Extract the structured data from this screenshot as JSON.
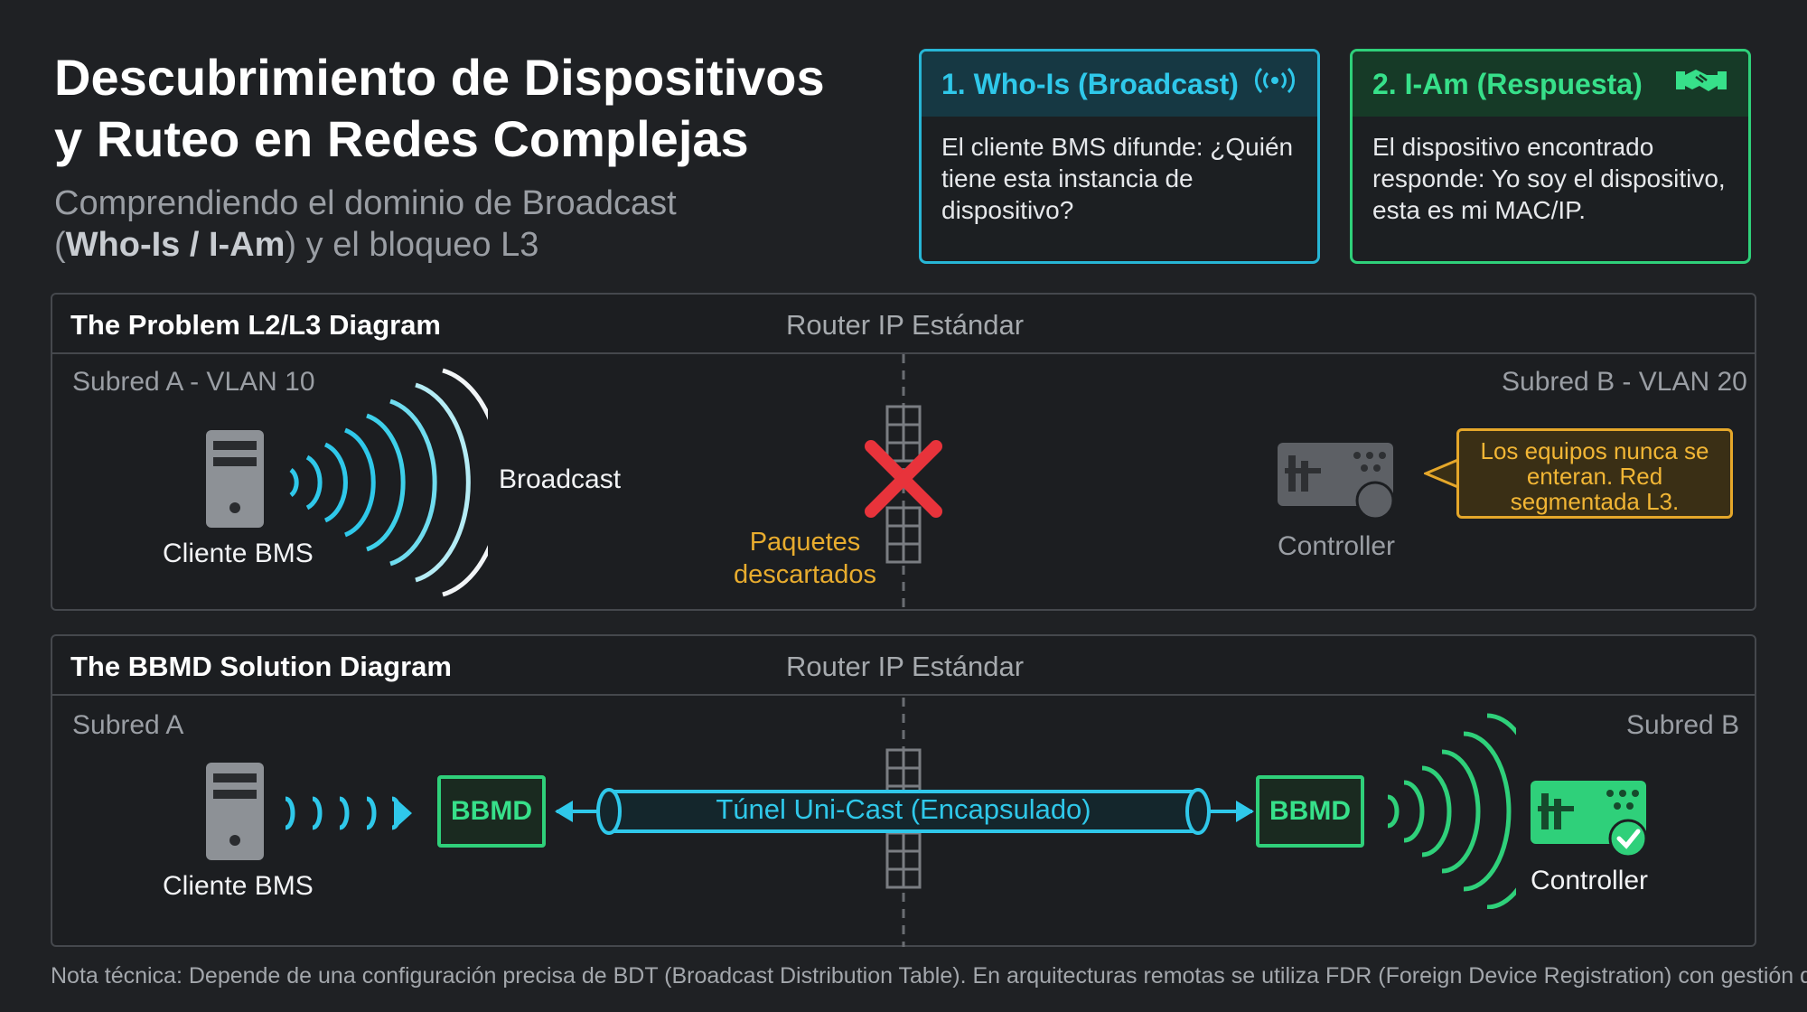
{
  "header": {
    "title_line1": "Descubrimiento de Dispositivos",
    "title_line2": "y Ruteo en Redes Complejas",
    "subtitle_line1": "Comprendiendo el dominio de Broadcast",
    "subtitle_open": "(",
    "subtitle_bold": "Who-Is / I-Am",
    "subtitle_rest": ") y el bloqueo L3"
  },
  "cards": [
    {
      "title": "1. Who-Is (Broadcast)",
      "body": "El cliente BMS difunde: ¿Quién tiene esta instancia de dispositivo?",
      "icon": "broadcast-icon",
      "color": "#2fc8ea"
    },
    {
      "title": "2. I-Am (Respuesta)",
      "body": "El dispositivo encontrado responde: Yo soy el dispositivo, esta es mi MAC/IP.",
      "icon": "handshake-icon",
      "color": "#37e08a"
    }
  ],
  "problem": {
    "title": "The Problem L2/L3 Diagram",
    "router": "Router IP Estándar",
    "subnet_a": "Subred A - VLAN 10",
    "subnet_b": "Subred B - VLAN 20",
    "client": "Cliente BMS",
    "broadcast": "Broadcast",
    "dropped": "Paquetes descartados",
    "controller": "Controller",
    "callout": "Los equipos nunca se enteran. Red segmentada L3."
  },
  "solution": {
    "title": "The BBMD Solution Diagram",
    "router": "Router IP Estándar",
    "subnet_a": "Subred A",
    "subnet_b": "Subred B",
    "client": "Cliente BMS",
    "bbmd_left": "BBMD",
    "bbmd_right": "BBMD",
    "tunnel": "Túnel Uni-Cast (Encapsulado)",
    "controller": "Controller"
  },
  "note": "Nota técnica: Depende de una configuración precisa de BDT (Broadcast Distribution Table). En arquitecturas remotas se utiliza FDR (Foreign Device Registration) con gestión de TTL",
  "colors": {
    "cyan": "#2fc8ea",
    "green": "#37e08a",
    "red": "#e8333b",
    "amber": "#e8ac2e"
  }
}
